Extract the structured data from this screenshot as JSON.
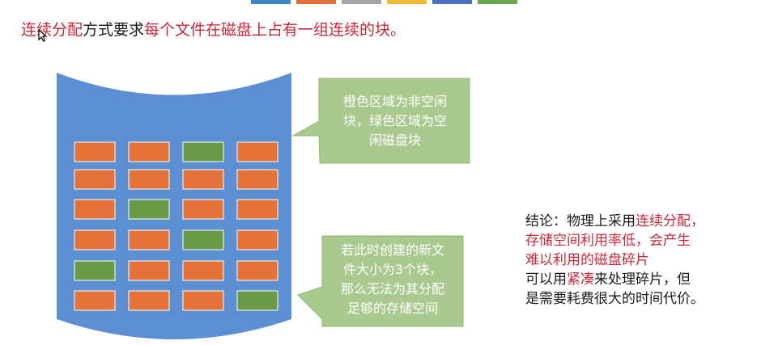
{
  "header_bars": [
    "#3f84c6",
    "#e2703a",
    "#a5a5a5",
    "#f2b838",
    "#4a72c0",
    "#6aa84f"
  ],
  "headline": {
    "part1": "连续分配",
    "part2": "方式要求",
    "part3": "每个文件在磁盘上占有一组连续的块。"
  },
  "legend_colors": {
    "disk": "#5b8fd1",
    "used_block": "#e57239",
    "free_block": "#6a9a45",
    "callout": "#a9c98e"
  },
  "disk_grid": [
    [
      "used",
      "used",
      "free",
      "used"
    ],
    [
      "used",
      "used",
      "used",
      "used"
    ],
    [
      "used",
      "free",
      "used",
      "used"
    ],
    [
      "used",
      "used",
      "free",
      "used"
    ],
    [
      "free",
      "used",
      "used",
      "used"
    ],
    [
      "used",
      "used",
      "used",
      "free"
    ]
  ],
  "callout1": {
    "line1": "橙色区域为非空闲",
    "line2": "块，绿色区域为空",
    "line3": "闲磁盘块"
  },
  "callout2": {
    "line1": "若此时创建的新文",
    "line2": "件大小为3个块，",
    "line3": "那么无法为其分配",
    "line4": "足够的存储空间"
  },
  "conclusion": {
    "label": "结论：物理上采用",
    "red1": "连续分配",
    "comma": "，",
    "red2": "存储空间利用率低，会产生",
    "red3": "难以利用的磁盘碎片",
    "line4_a": "可以用",
    "line4_red": "紧凑",
    "line4_b": "来处理碎片，但",
    "line5": "是需要耗费很大的时间代价。"
  }
}
